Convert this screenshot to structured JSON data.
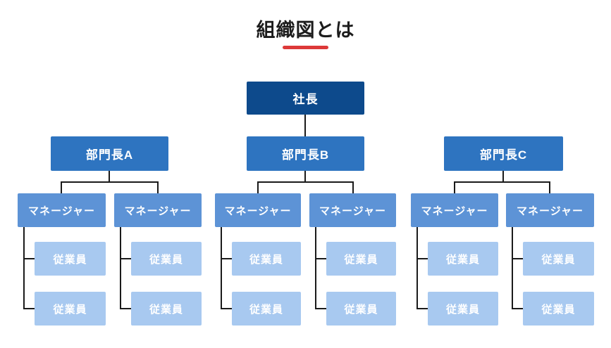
{
  "title": {
    "text": "組織図とは"
  },
  "colors": {
    "president": "#0d4a8c",
    "department": "#2e74c0",
    "manager": "#5d93d6",
    "employee": "#a8c9f0",
    "connector": "#1a1a1a",
    "title_text": "#1c1c1c",
    "underline": "#dd3939"
  },
  "org": {
    "president": {
      "label": "社長"
    },
    "departments": [
      {
        "label": "部門長A",
        "managers": [
          {
            "label": "マネージャー",
            "employees": [
              {
                "label": "従業員"
              },
              {
                "label": "従業員"
              }
            ]
          },
          {
            "label": "マネージャー",
            "employees": [
              {
                "label": "従業員"
              },
              {
                "label": "従業員"
              }
            ]
          }
        ]
      },
      {
        "label": "部門長B",
        "managers": [
          {
            "label": "マネージャー",
            "employees": [
              {
                "label": "従業員"
              },
              {
                "label": "従業員"
              }
            ]
          },
          {
            "label": "マネージャー",
            "employees": [
              {
                "label": "従業員"
              },
              {
                "label": "従業員"
              }
            ]
          }
        ]
      },
      {
        "label": "部門長C",
        "managers": [
          {
            "label": "マネージャー",
            "employees": [
              {
                "label": "従業員"
              },
              {
                "label": "従業員"
              }
            ]
          },
          {
            "label": "マネージャー",
            "employees": [
              {
                "label": "従業員"
              },
              {
                "label": "従業員"
              }
            ]
          }
        ]
      }
    ]
  }
}
